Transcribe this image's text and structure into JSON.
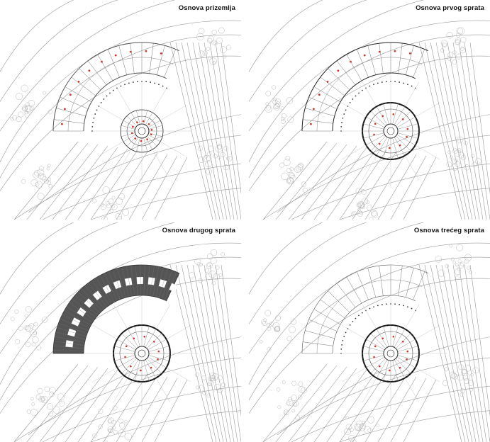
{
  "panels": [
    {
      "id": "ground-floor",
      "title": "Osnova prizemlja",
      "variant": "ground"
    },
    {
      "id": "first-floor",
      "title": "Osnova prvog sprata",
      "variant": "first"
    },
    {
      "id": "second-floor",
      "title": "Osnova drugog sprata",
      "variant": "second"
    },
    {
      "id": "third-floor",
      "title": "Osnova trećeg sprata",
      "variant": "third"
    }
  ],
  "colors": {
    "line": "#9a9a9a",
    "darkLine": "#222222",
    "accent": "#d0352b",
    "fillDark": "#555555"
  }
}
